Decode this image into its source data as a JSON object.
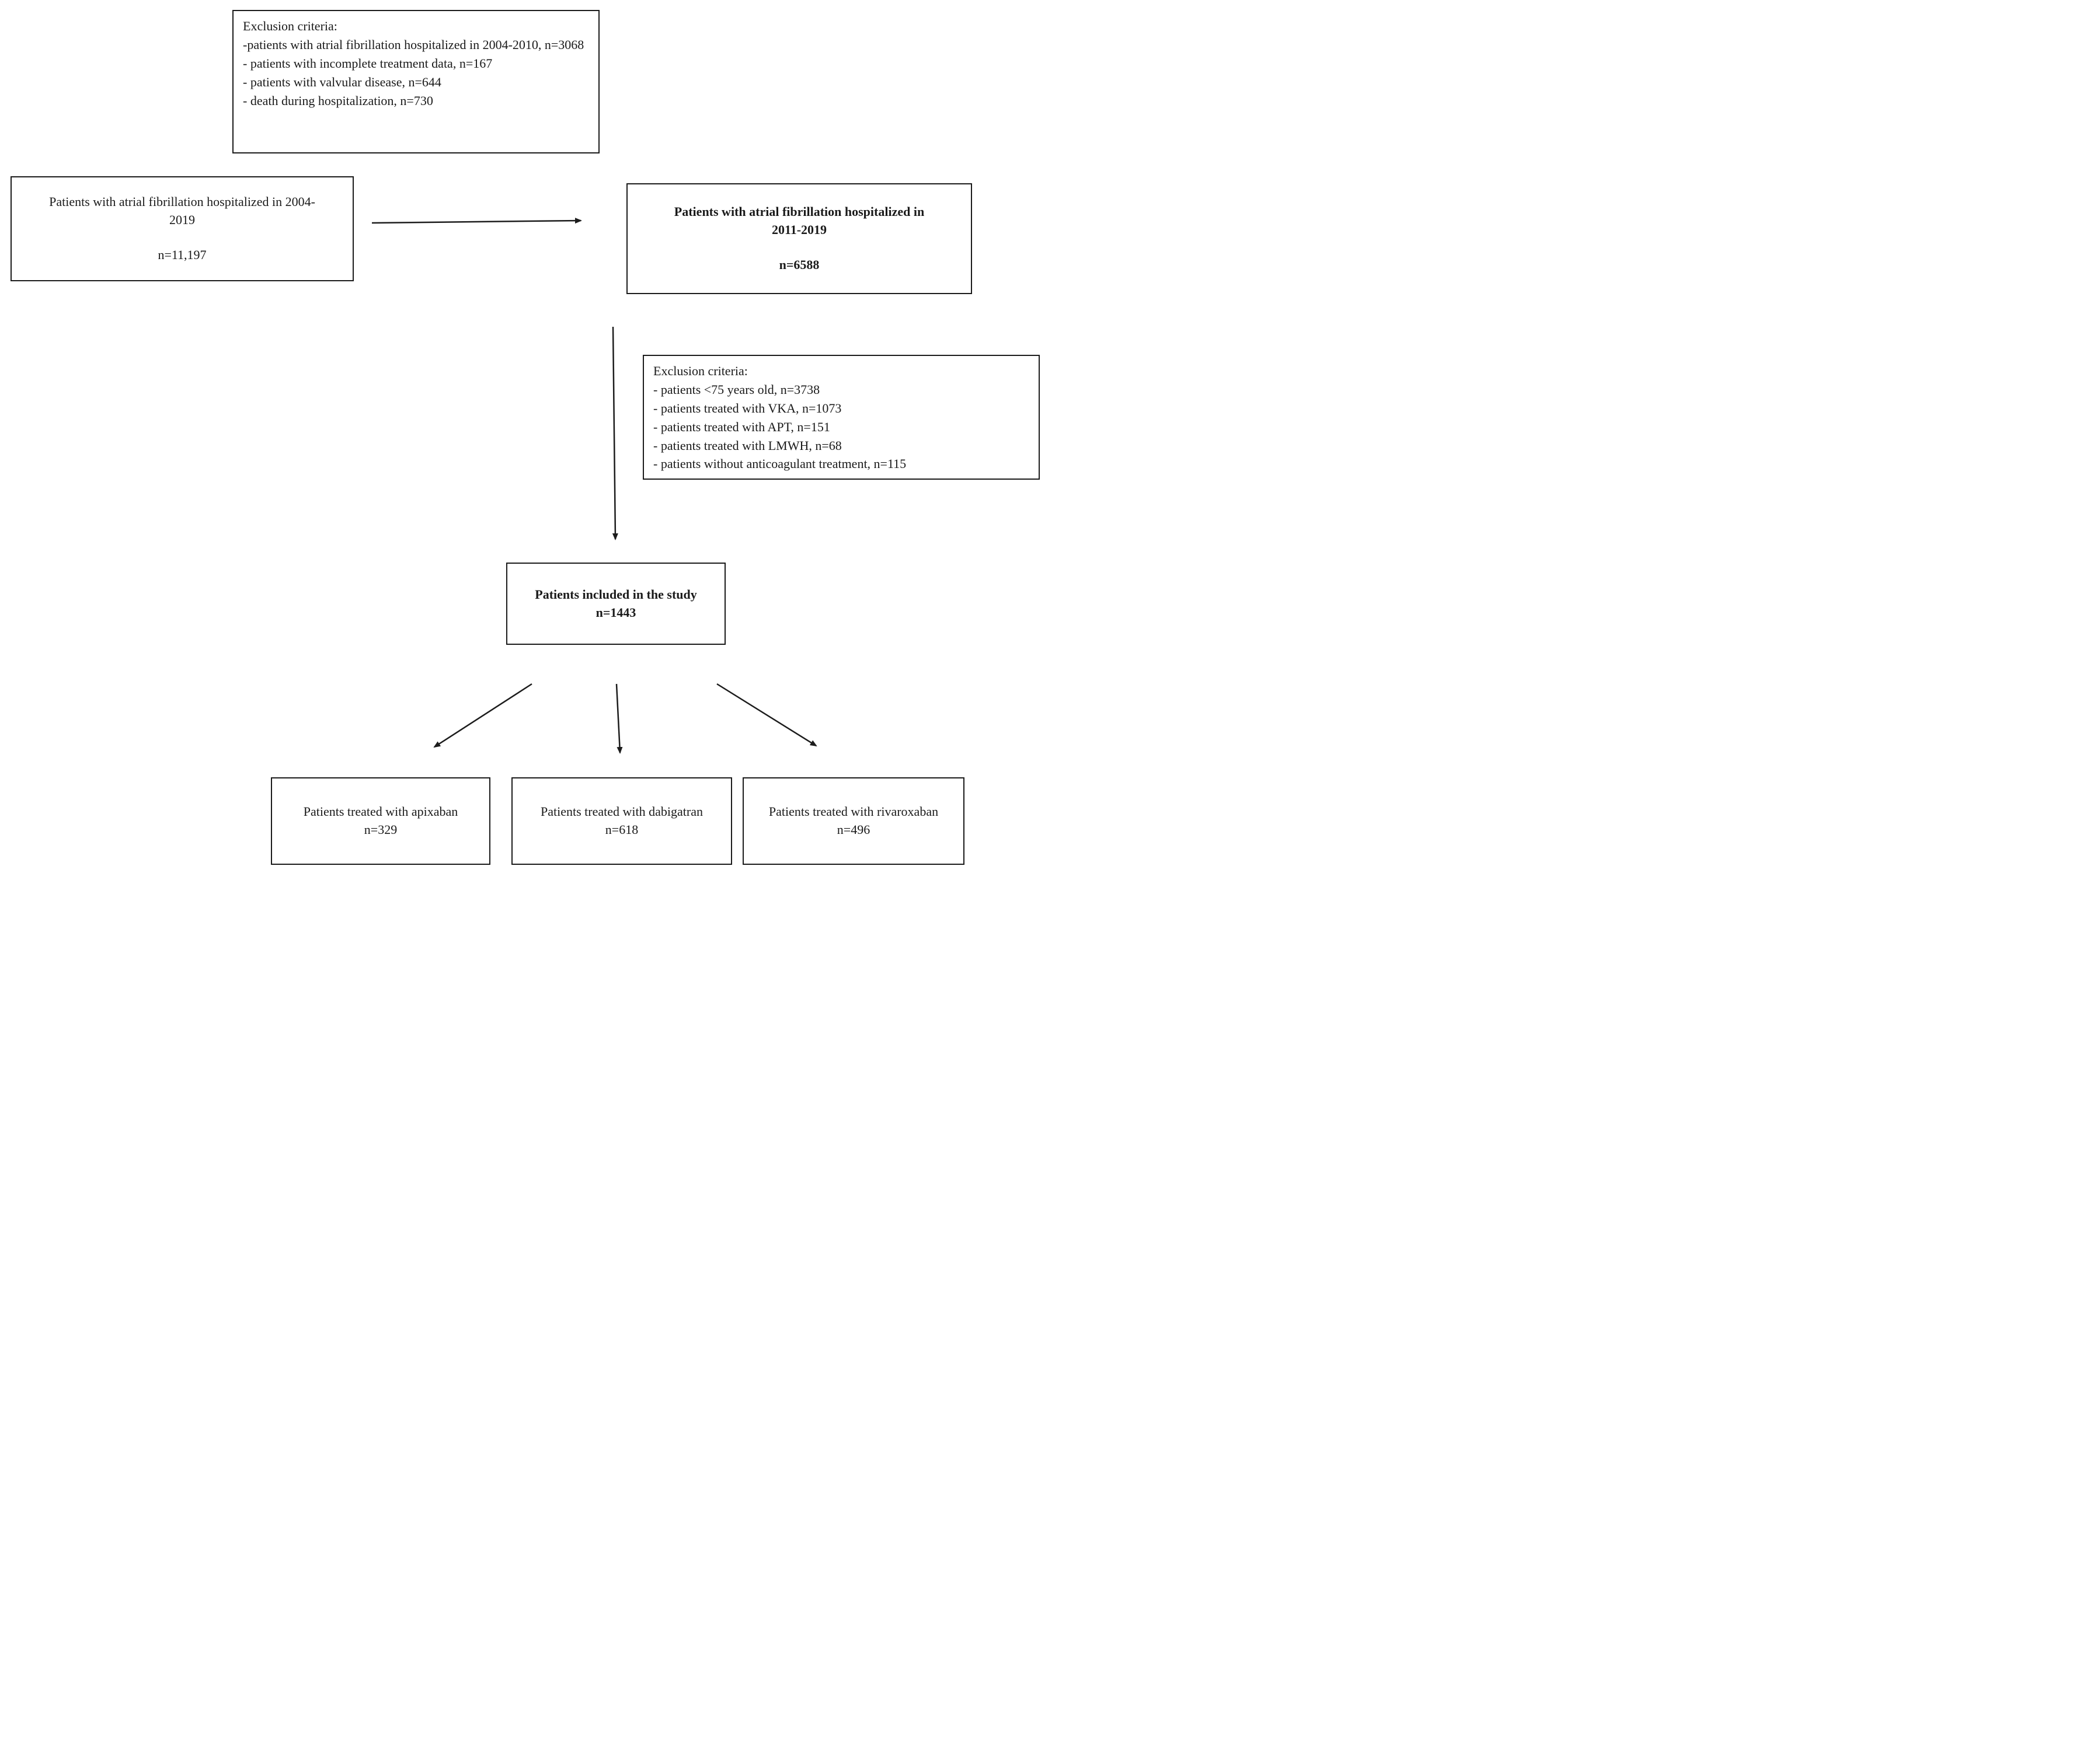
{
  "diagram": {
    "exclusion_top": {
      "header": "Exclusion criteria:",
      "lines": {
        "0": "-patients  with atrial fibrillation hospitalized in 2004-2010, n=3068",
        "1": "- patients with incomplete treatment data, n=167",
        "2": "- patients with valvular disease, n=644",
        "3": "- death during hospitalization, n=730"
      }
    },
    "source_box": {
      "title": "Patients with atrial fibrillation hospitalized in 2004-2019",
      "count": "n=11,197"
    },
    "cohort_box": {
      "title": "Patients with atrial fibrillation hospitalized in 2011-2019",
      "count": "n=6588"
    },
    "exclusion_mid": {
      "header": "Exclusion criteria:",
      "lines": {
        "0": "- patients <75 years old, n=3738",
        "1": "- patients treated with VKA, n=1073",
        "2": "- patients treated with APT, n=151",
        "3": "- patients treated with LMWH, n=68",
        "4": "- patients without anticoagulant treatment, n=115"
      }
    },
    "included_box": {
      "title": "Patients included in the study",
      "count": "n=1443"
    },
    "apixaban_box": {
      "title": "Patients treated with apixaban",
      "count": "n=329"
    },
    "dabigatran_box": {
      "title": "Patients treated with dabigatran",
      "count": "n=618"
    },
    "rivaroxaban_box": {
      "title": "Patients treated with rivaroxaban",
      "count": "n=496"
    },
    "colors": {
      "line": "#1c1c1c",
      "border": "#1b1b1b",
      "text": "#1a1a1a",
      "background": "#ffffff"
    }
  }
}
